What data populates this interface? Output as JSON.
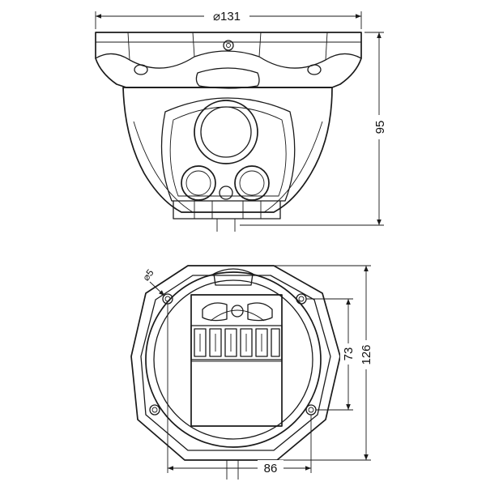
{
  "drawing": {
    "dimensions": {
      "top_width": "⌀131",
      "top_height": "95",
      "bottom_hole": "⌀5",
      "bottom_inner_height": "73",
      "bottom_outer_height": "126",
      "bottom_width": "86"
    }
  }
}
